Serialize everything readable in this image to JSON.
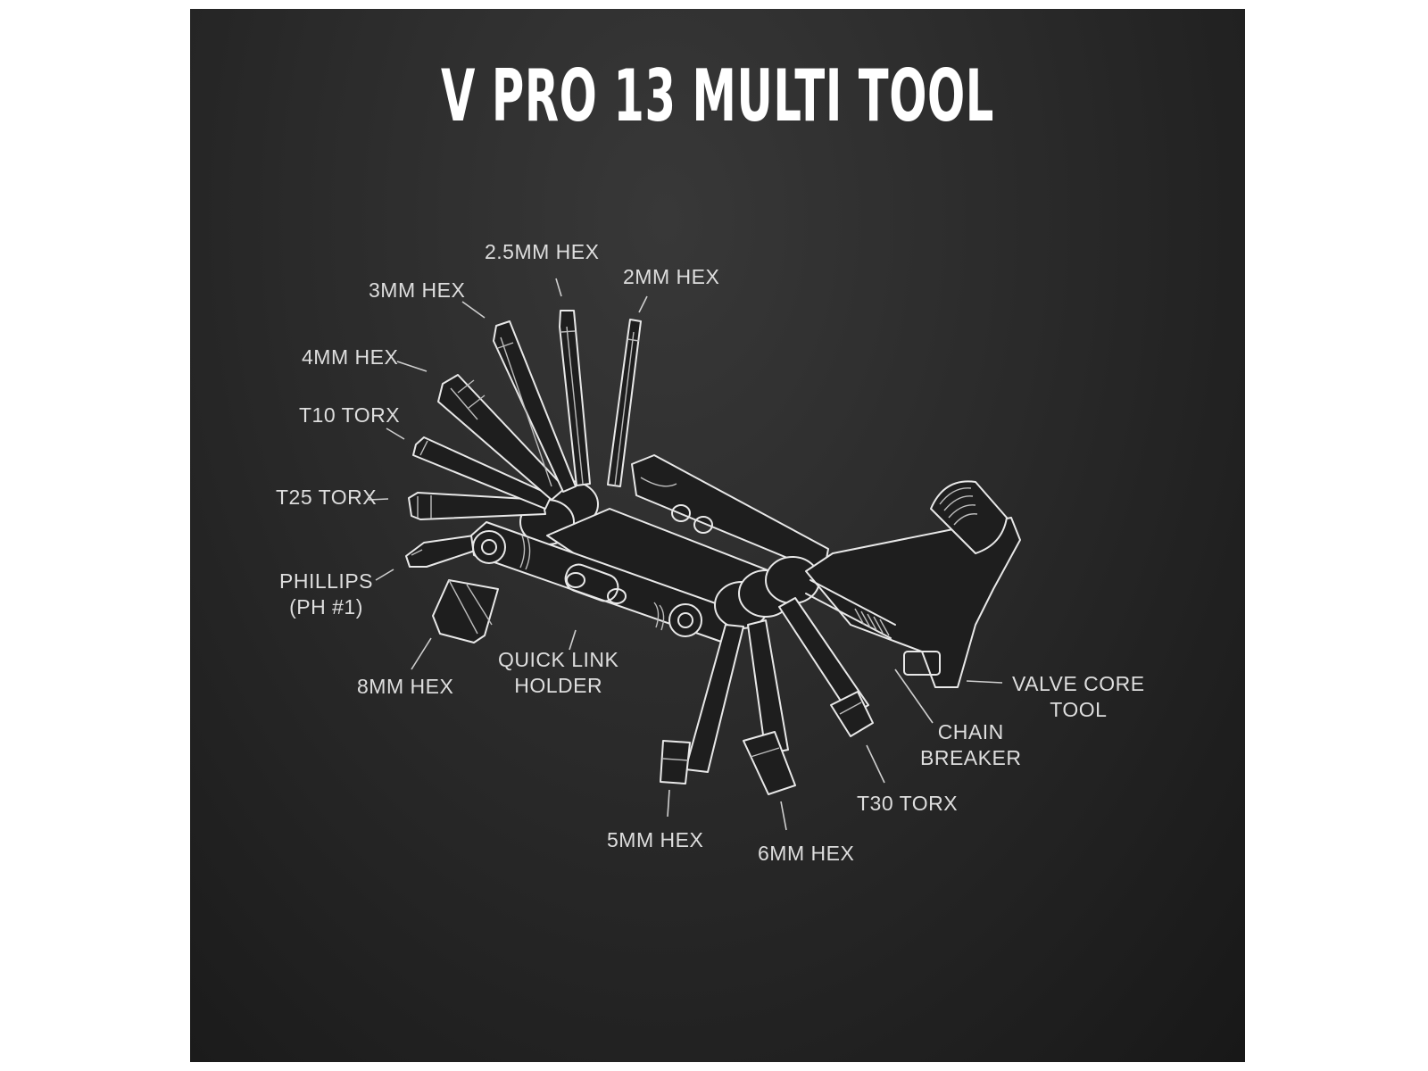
{
  "title": "V PRO 13 MULTI TOOL",
  "colors": {
    "background": "#2a2a2a",
    "line_art": "#e8e8e8",
    "text": "#dedede"
  },
  "callouts": {
    "hex_2_5mm": "2.5MM HEX",
    "hex_2mm": "2MM HEX",
    "hex_3mm": "3MM HEX",
    "hex_4mm": "4MM HEX",
    "t10_torx": "T10 TORX",
    "t25_torx": "T25 TORX",
    "phillips": [
      "PHILLIPS",
      "(PH #1)"
    ],
    "hex_8mm": "8MM HEX",
    "quick_link_holder": [
      "QUICK LINK",
      "HOLDER"
    ],
    "valve_core_tool": [
      "VALVE CORE",
      "TOOL"
    ],
    "chain_breaker": [
      "CHAIN",
      "BREAKER"
    ],
    "t30_torx": "T30 TORX",
    "hex_5mm": "5MM HEX",
    "hex_6mm": "6MM HEX"
  }
}
